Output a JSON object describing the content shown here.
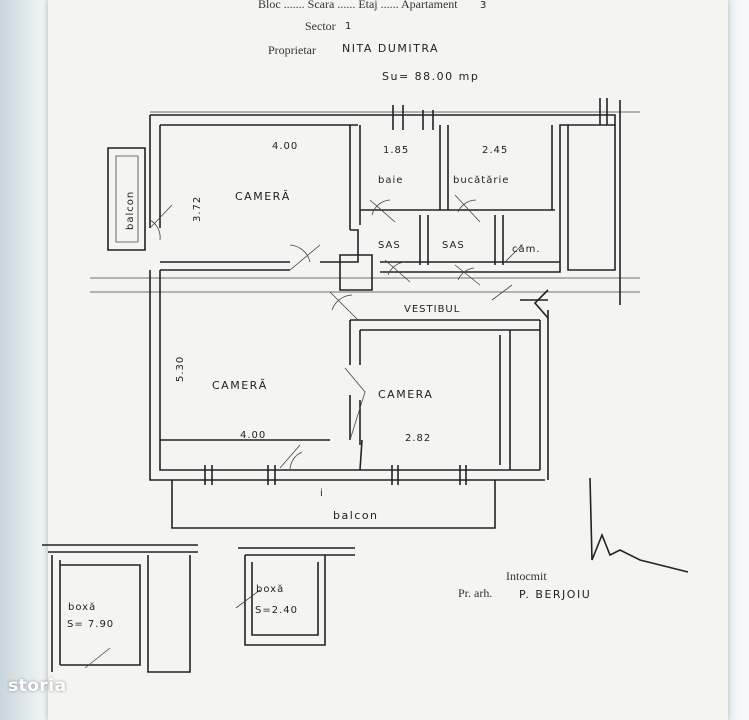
{
  "header": {
    "bloc_line": "Bloc ....... Scara ...... Etaj ...... Apartament",
    "apartment_no": "3",
    "sector_label": "Sector",
    "sector_value": "1",
    "owner_label": "Proprietar",
    "owner_name": "NITA DUMITRA",
    "surface": "Su= 88.00 mp"
  },
  "rooms": {
    "camera1": "CAMERĂ",
    "baie": "baie",
    "bucatarie": "bucătărie",
    "sas1": "SAS",
    "sas2": "SAS",
    "camara": "căm.",
    "vestibul": "VESTIBUL",
    "camera2": "CAMERĂ",
    "camera3": "CAMERA",
    "balcon_left": "balcon",
    "balcon_bottom": "balcon",
    "boxa1": "boxă",
    "boxa1_area": "S= 7.90",
    "boxa2": "boxă",
    "boxa2_area": "S=2.40"
  },
  "dimensions": {
    "top_left": "4.00",
    "top_mid": "1.85",
    "top_right": "2.45",
    "left_upper": "3.72",
    "left_lower": "5.30",
    "bottom_left": "4.00",
    "bottom_right": "2.82"
  },
  "footer": {
    "intocmit": "Intocmit",
    "prarh_label": "Pr. arh.",
    "architect": "P. BERJOIU"
  },
  "watermark": "storia"
}
